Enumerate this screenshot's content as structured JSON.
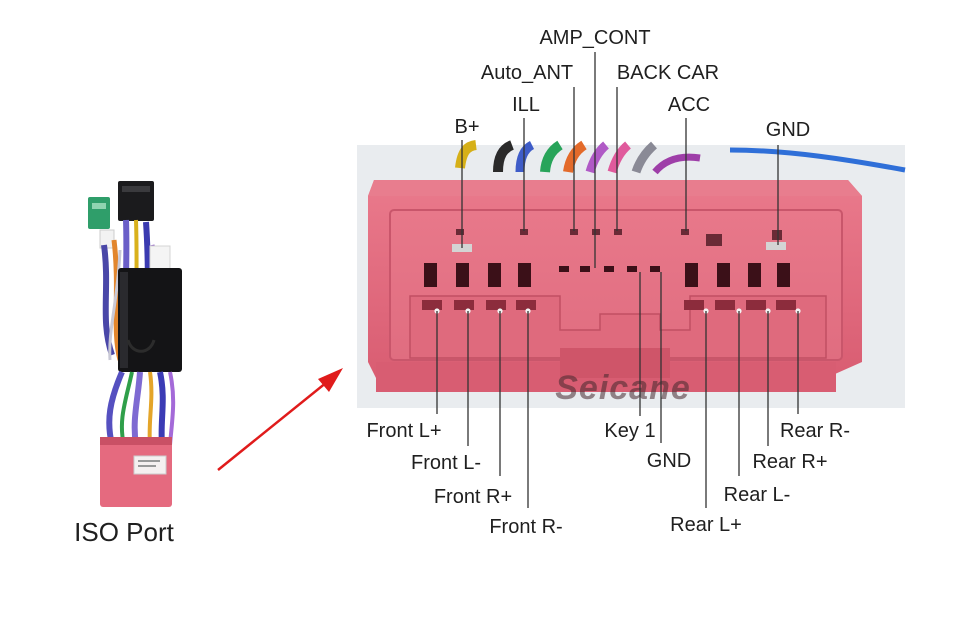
{
  "left_caption": "ISO Port",
  "watermark": "Seicane",
  "top_labels": [
    {
      "id": "amp-cont",
      "text": "AMP_CONT"
    },
    {
      "id": "auto-ant",
      "text": "Auto_ANT"
    },
    {
      "id": "back-car",
      "text": "BACK CAR"
    },
    {
      "id": "ill",
      "text": "ILL"
    },
    {
      "id": "acc",
      "text": "ACC"
    },
    {
      "id": "b-plus",
      "text": "B+"
    },
    {
      "id": "gnd-top",
      "text": "GND"
    }
  ],
  "bottom_labels": [
    {
      "id": "front-l-plus",
      "text": "Front L+"
    },
    {
      "id": "front-l-minus",
      "text": "Front L-"
    },
    {
      "id": "front-r-plus",
      "text": "Front R+"
    },
    {
      "id": "front-r-minus",
      "text": "Front R-"
    },
    {
      "id": "key-1",
      "text": "Key 1"
    },
    {
      "id": "gnd-bottom",
      "text": "GND"
    },
    {
      "id": "rear-r-minus",
      "text": "Rear R-"
    },
    {
      "id": "rear-r-plus",
      "text": "Rear R+"
    },
    {
      "id": "rear-l-minus",
      "text": "Rear L-"
    },
    {
      "id": "rear-l-plus",
      "text": "Rear L+"
    }
  ],
  "colors": {
    "connector": "#e36b7f",
    "connector_dark": "#b44357",
    "photo_bg": "#e9ecef",
    "arrow": "#e01b1b"
  }
}
